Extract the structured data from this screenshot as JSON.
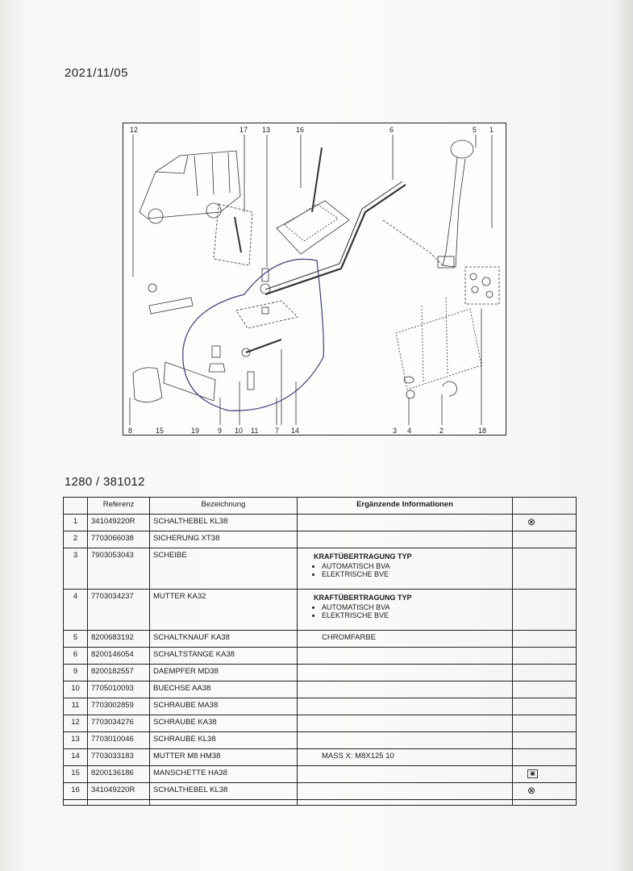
{
  "header": {
    "date": "2021/11/05"
  },
  "figure": {
    "callouts_top": [
      "12",
      "17",
      "13",
      "16",
      "6",
      "5",
      "1"
    ],
    "callouts_bottom": [
      "8",
      "15",
      "19",
      "9",
      "10",
      "11",
      "7",
      "14",
      "3",
      "4",
      "2",
      "18"
    ]
  },
  "section": {
    "code": "1280 / 381012"
  },
  "table": {
    "headers": {
      "pos": "",
      "ref": "Referenz",
      "desc": "Bezeichnung",
      "info": "Ergänzende Informationen",
      "icon": ""
    },
    "rows": [
      {
        "pos": "1",
        "ref": "341049220R",
        "desc": "SCHALTHEBEL KL38",
        "icon": "link-icon"
      },
      {
        "pos": "2",
        "ref": "7703066038",
        "desc": "SICHERUNG   XT38"
      },
      {
        "pos": "3",
        "ref": "7903053043",
        "desc": "SCHEIBE",
        "info_title": "KRAFTÜBERTRAGUNG TYP",
        "info_items": [
          "AUTOMATISCH BVA",
          "ELEKTRISCHE BVE"
        ]
      },
      {
        "pos": "4",
        "ref": "7703034237",
        "desc": "MUTTER      KA32",
        "info_title": "KRAFTÜBERTRAGUNG TYP",
        "info_items": [
          "AUTOMATISCH BVA",
          "ELEKTRISCHE BVE"
        ]
      },
      {
        "pos": "5",
        "ref": "8200683192",
        "desc": "SCHALTKNAUF KA38",
        "info_note": "CHROMFARBE"
      },
      {
        "pos": "6",
        "ref": "8200146054",
        "desc": "SCHALTSTANGE KA38"
      },
      {
        "pos": "9",
        "ref": "8200182557",
        "desc": "DAEMPFER    MD38"
      },
      {
        "pos": "10",
        "ref": "7705010093",
        "desc": "BUECHSE     AA38"
      },
      {
        "pos": "11",
        "ref": "7703002859",
        "desc": "SCHRAUBE    MA38"
      },
      {
        "pos": "12",
        "ref": "7703034276",
        "desc": "SCHRAUBE    KA38"
      },
      {
        "pos": "13",
        "ref": "7703010046",
        "desc": "SCHRAUBE    KL38"
      },
      {
        "pos": "14",
        "ref": "7703033183",
        "desc": "MUTTER M8   HM38",
        "info_note": "MASS X: M8X125 10"
      },
      {
        "pos": "15",
        "ref": "8200136186",
        "desc": "MANSCHETTE  HA38",
        "icon": "badge-icon"
      },
      {
        "pos": "16",
        "ref": "341049220R",
        "desc": "SCHALTHEBEL KL38",
        "icon": "link-icon"
      }
    ]
  },
  "colors": {
    "ink": "#1a1a1a",
    "annotation": "#3a3f7a",
    "paper": "#f4f4f2"
  }
}
